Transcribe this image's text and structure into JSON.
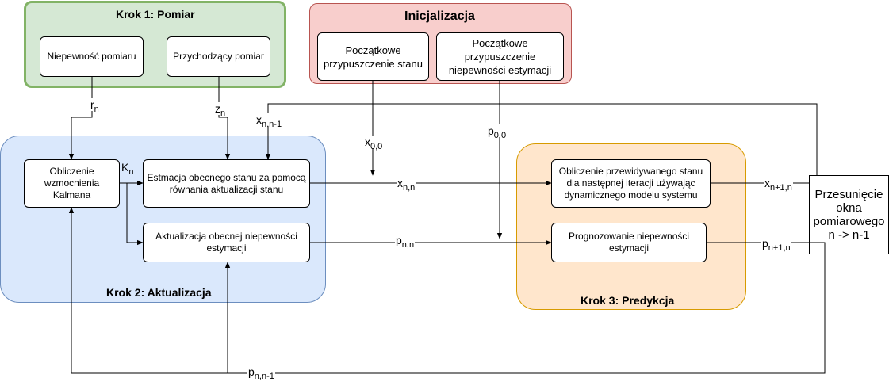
{
  "groups": {
    "measurement": {
      "title": "Krok 1: Pomiar"
    },
    "initialization": {
      "title": "Inicjalizacja"
    },
    "update": {
      "title": "Krok 2: Aktualizacja"
    },
    "prediction": {
      "title": "Krok 3: Predykcja"
    }
  },
  "nodes": {
    "measurement_uncertainty": "Niepewność pomiaru",
    "incoming_measurement": "Przychodzący pomiar",
    "initial_state_guess": "Początkowe przypuszczenie stanu",
    "initial_uncertainty_guess": "Początkowe przypuszczenie niepewności estymacji",
    "kalman_gain": "Obliczenie wzmocnienia Kalmana",
    "state_estimation": "Estmacja obecnego stanu za pomocą równania aktualizacji stanu",
    "uncertainty_update": "Aktualizacja obecnej niepewności estymacji",
    "state_prediction": "Obliczenie przewidywanego stanu dla następnej iteracji używając dynamicznego modelu systemu",
    "uncertainty_prediction": "Prognozowanie niepewności estymacji",
    "window_shift": "Przesunięcie okna pomiarowego n -> n-1"
  },
  "labels": {
    "r_n": {
      "base": "r",
      "sub": "n"
    },
    "z_n": {
      "base": "z",
      "sub": "n"
    },
    "K_n": {
      "base": "K",
      "sub": "n"
    },
    "x_n_n1": {
      "base": "x",
      "sub": "n,n-1"
    },
    "x_00": {
      "base": "x",
      "sub": "0,0"
    },
    "p_00": {
      "base": "p",
      "sub": "0,0"
    },
    "x_nn": {
      "base": "x",
      "sub": "n,n"
    },
    "p_nn": {
      "base": "p",
      "sub": "n,n"
    },
    "x_n1n": {
      "base": "x",
      "sub": "n+1,n"
    },
    "p_n1n": {
      "base": "p",
      "sub": "n+1,n"
    },
    "p_n_n1": {
      "base": "p",
      "sub": "n,n-1"
    }
  },
  "colors": {
    "measurement_fill": "#d5e8d4",
    "measurement_stroke": "#82b366",
    "initialization_fill": "#f8cecc",
    "initialization_stroke": "#b85450",
    "update_fill": "#dae8fc",
    "update_stroke": "#6c8ebf",
    "prediction_fill": "#ffe6cc",
    "prediction_stroke": "#d79b00"
  }
}
